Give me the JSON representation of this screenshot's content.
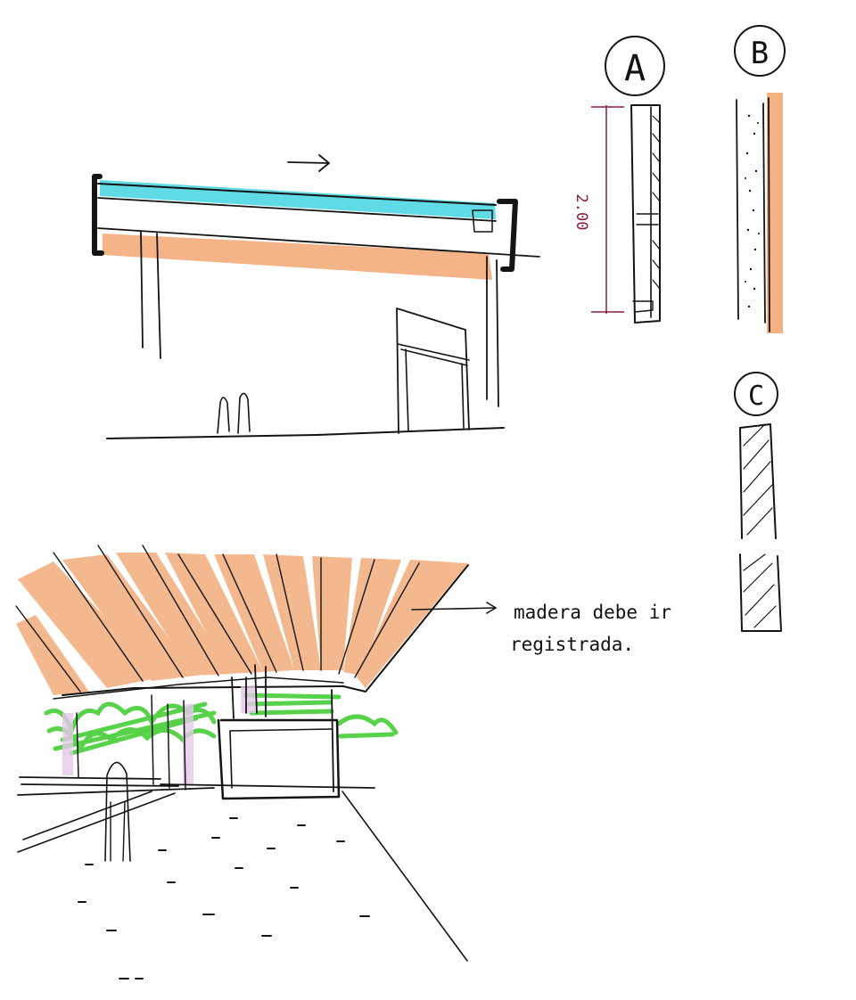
{
  "section_labels": {
    "a": "A",
    "b": "B",
    "c": "C"
  },
  "dimension": "2.00",
  "annotation": {
    "line1": "madera debe ir",
    "line2": "registrada."
  },
  "colors": {
    "glass": "#4fd6e2",
    "wood": "#f2a772",
    "vegetation": "#58d24a",
    "column_tint": "#e6c8ea",
    "ink": "#141414",
    "dimension_ink": "#8c1c3c"
  },
  "arrow_icon": "arrow-right-icon"
}
